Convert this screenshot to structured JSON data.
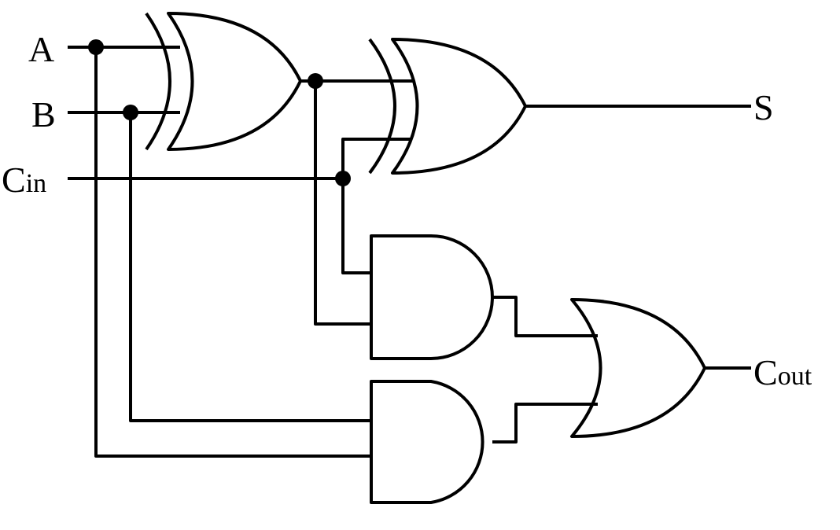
{
  "inputs": {
    "a": "A",
    "b": "B",
    "cin": {
      "main": "C",
      "sub": "in"
    }
  },
  "outputs": {
    "sum": "S",
    "cout": {
      "main": "C",
      "sub": "out"
    }
  },
  "gates": [
    "xor",
    "xor",
    "and",
    "and",
    "or"
  ],
  "colors": {
    "ink": "#000000",
    "background": "#ffffff"
  }
}
